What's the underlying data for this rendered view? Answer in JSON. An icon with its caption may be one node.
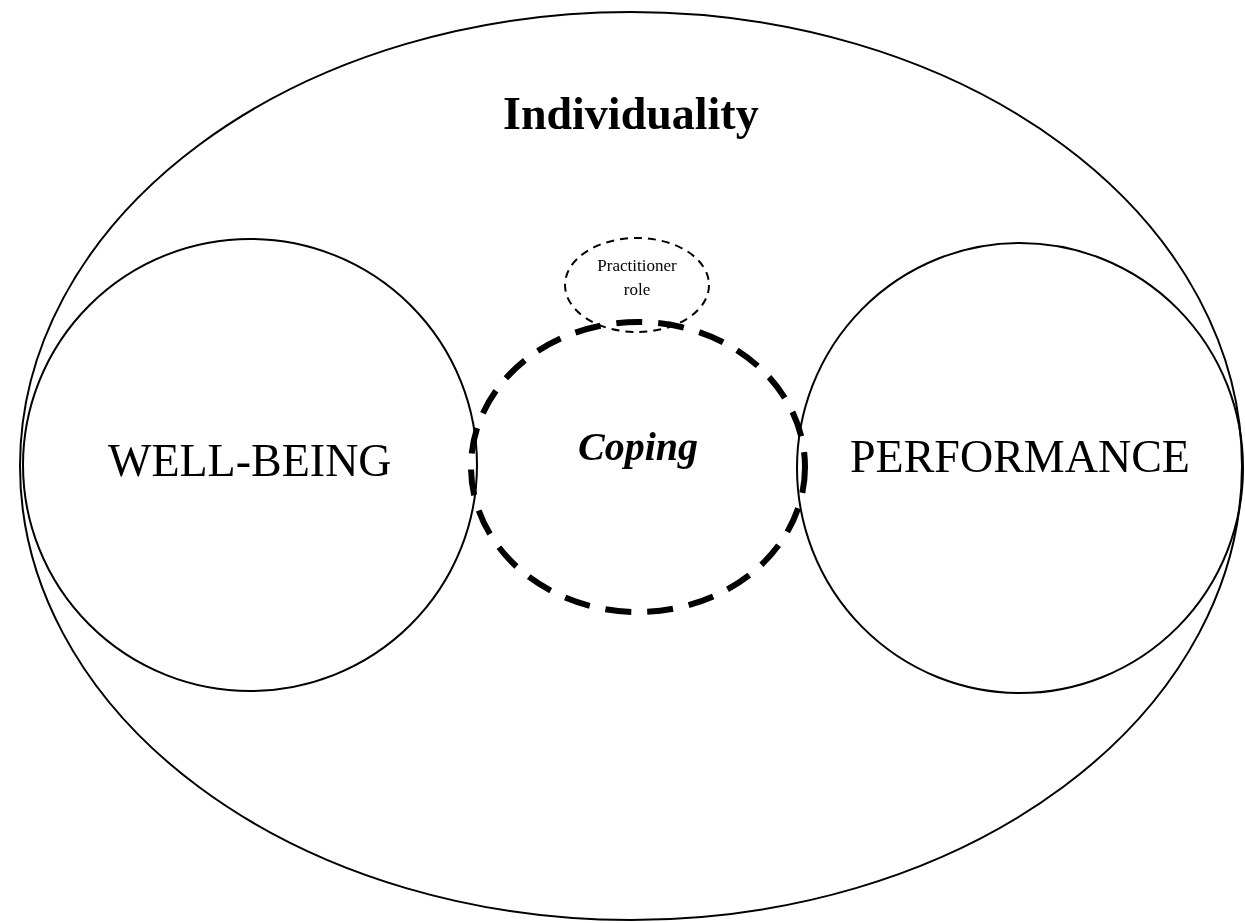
{
  "diagram": {
    "nodes": [
      {
        "text": [
          "Individuality"
        ]
      },
      {
        "text": [
          "WELL-BEING"
        ],
        "in": 0
      },
      {
        "text": [
          "Coping"
        ],
        "in": 0
      },
      {
        "text": [
          "Practitioner role"
        ],
        "in": 0
      },
      {
        "text": [
          "PERFORMANCE"
        ],
        "in": 0
      }
    ]
  }
}
